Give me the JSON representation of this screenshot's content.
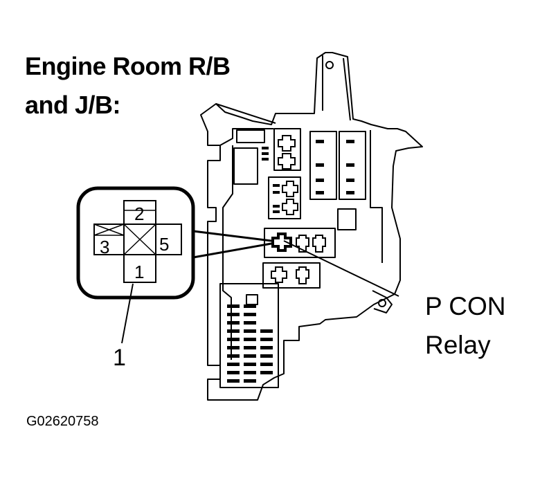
{
  "title": {
    "line1": "Engine Room R/B",
    "line2": "and J/B:"
  },
  "relay_label": {
    "line1": "P CON",
    "line2": "Relay"
  },
  "connector_pins": [
    "2",
    "3",
    "5",
    "1"
  ],
  "pin_callout": "1",
  "figure_id": "G02620758"
}
